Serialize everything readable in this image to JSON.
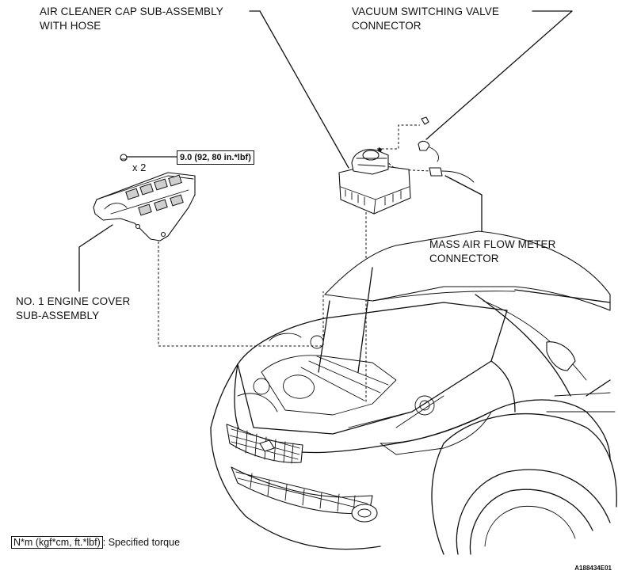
{
  "labels": {
    "air_cleaner_line1": "AIR CLEANER CAP SUB-ASSEMBLY",
    "air_cleaner_line2": "WITH HOSE",
    "vsv_line1": "VACUUM SWITCHING VALVE",
    "vsv_line2": "CONNECTOR",
    "maf_line1": "MASS AIR FLOW METER",
    "maf_line2": "CONNECTOR",
    "cover_line1": "NO. 1 ENGINE COVER",
    "cover_line2": "SUB-ASSEMBLY"
  },
  "torque": {
    "value": "9.0 (92, 80 in.*lbf)",
    "count": "x 2"
  },
  "legend": {
    "unit_box": "N*m (kgf*cm, ft.*lbf)",
    "suffix": ": Specified torque"
  },
  "figure_id": "A188434E01"
}
